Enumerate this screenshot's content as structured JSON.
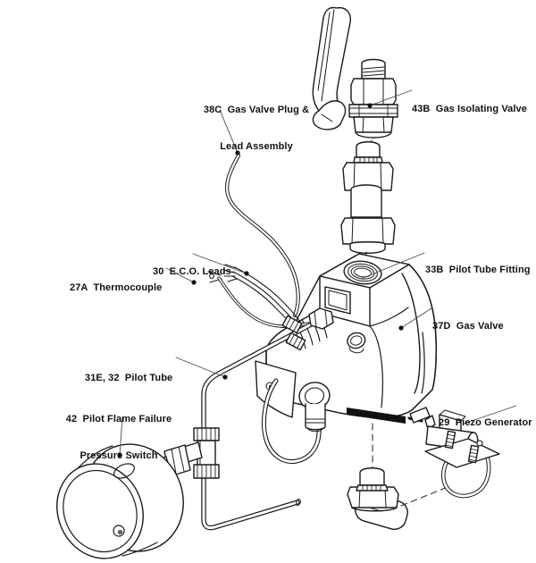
{
  "diagram": {
    "description": "Exploded line drawing of a gas valve assembly with part callouts",
    "colors": {
      "background": "#ffffff",
      "line": "#1a1a1a",
      "leader": "#4a4a4a",
      "text": "#101010"
    },
    "callouts": [
      {
        "ref": "38C",
        "name": "Gas Valve Plug & Lead Assembly",
        "line1": "38C  Gas Valve Plug &",
        "line2": "Lead Assembly"
      },
      {
        "ref": "43B",
        "name": "Gas Isolating Valve",
        "line1": "43B  Gas Isolating Valve"
      },
      {
        "ref": "30",
        "name": "E.C.O. Leads",
        "line1": "30  E.C.O. Leads"
      },
      {
        "ref": "27A",
        "name": "Thermocouple",
        "line1": "27A  Thermocouple"
      },
      {
        "ref": "33B",
        "name": "Pilot Tube Fitting",
        "line1": "33B  Pilot Tube Fitting"
      },
      {
        "ref": "37D",
        "name": "Gas Valve",
        "line1": "37D  Gas Valve"
      },
      {
        "ref": "31E, 32",
        "name": "Pilot Tube",
        "line1": "31E, 32  Pilot Tube"
      },
      {
        "ref": "42",
        "name": "Pilot Flame Failure Pressure Switch",
        "line1": "42  Pilot Flame Failure",
        "line2": "Pressure Switch"
      },
      {
        "ref": "29",
        "name": "Piezo Generator",
        "line1": "29  Piezo Generator"
      }
    ]
  }
}
